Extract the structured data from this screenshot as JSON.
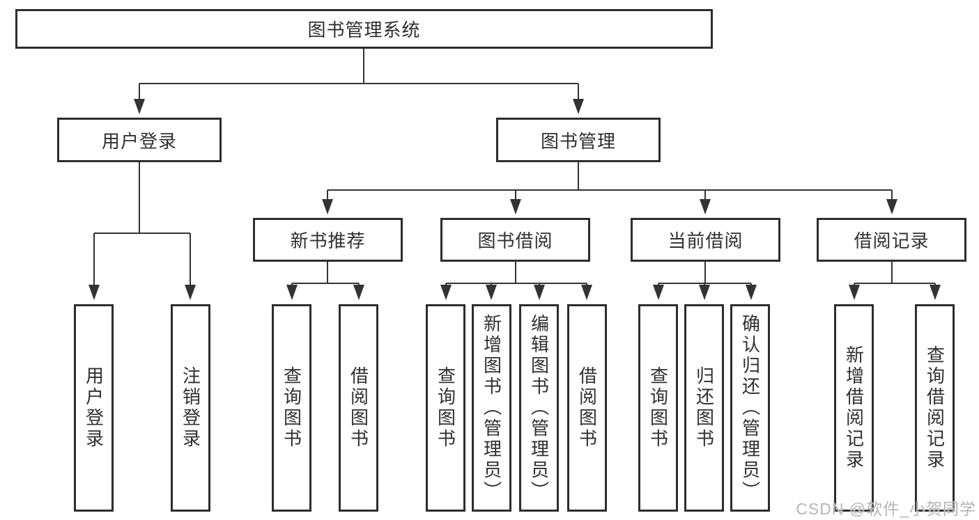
{
  "colors": {
    "line": "#333333",
    "box_border": "#2d2d2d",
    "text": "#2f2f2f",
    "watermark": "#b5b5b5",
    "background": "#ffffff"
  },
  "watermark": {
    "text": "CSDN @软件_小贺同学"
  },
  "tree": {
    "label": "图书管理系统",
    "children": [
      {
        "label": "用户登录",
        "children": [
          {
            "label": "用户登录"
          },
          {
            "label": "注销登录"
          }
        ]
      },
      {
        "label": "图书管理",
        "children": [
          {
            "label": "新书推荐",
            "children": [
              {
                "label": "查询图书"
              },
              {
                "label": "借阅图书"
              }
            ]
          },
          {
            "label": "图书借阅",
            "children": [
              {
                "label": "查询图书"
              },
              {
                "label": "新增图书（管理员）"
              },
              {
                "label": "编辑图书（管理员）"
              },
              {
                "label": "借阅图书"
              }
            ]
          },
          {
            "label": "当前借阅",
            "children": [
              {
                "label": "查询图书"
              },
              {
                "label": "归还图书"
              },
              {
                "label": "确认归还（管理员）"
              }
            ]
          },
          {
            "label": "借阅记录",
            "children": [
              {
                "label": "新增借阅记录"
              },
              {
                "label": "查询借阅记录"
              }
            ]
          }
        ]
      }
    ]
  }
}
